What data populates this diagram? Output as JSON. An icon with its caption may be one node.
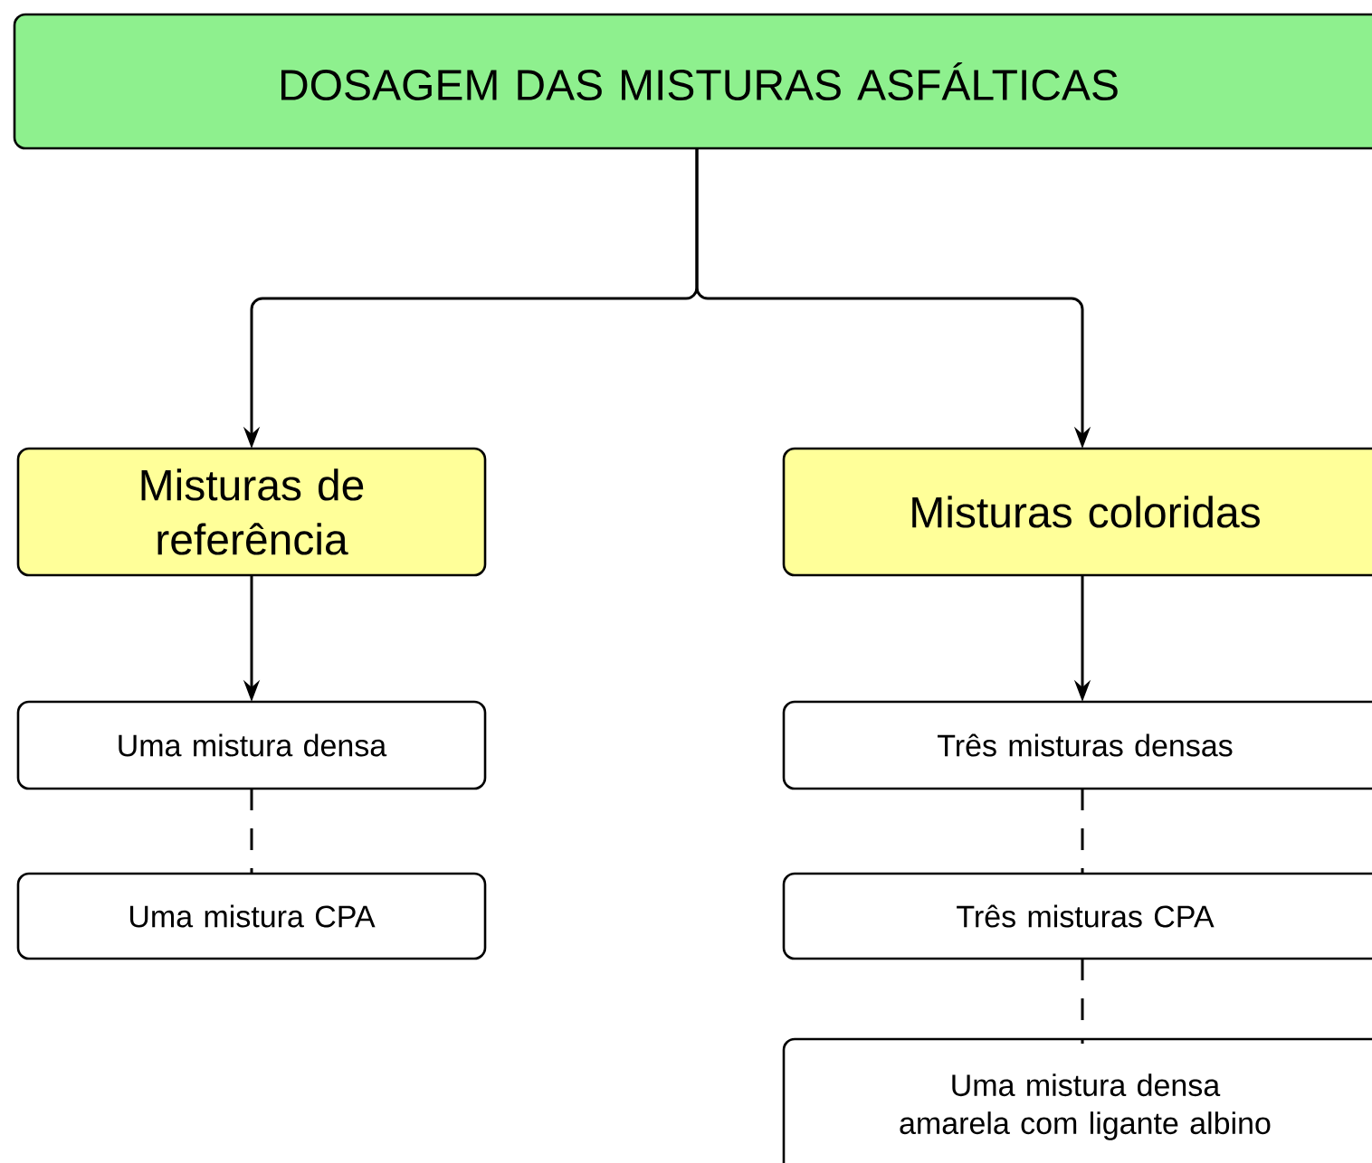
{
  "diagram": {
    "nodes": [
      {
        "text": [
          "DOSAGEM DAS MISTURAS ASFÁLTICAS"
        ]
      },
      {
        "text": [
          "Misturas de referência"
        ]
      },
      {
        "text": [
          "Misturas coloridas"
        ]
      },
      {
        "text": [
          "Uma mistura densa"
        ]
      },
      {
        "text": [
          "Uma mistura CPA"
        ]
      },
      {
        "text": [
          "Três misturas densas"
        ]
      },
      {
        "text": [
          "Três misturas CPA"
        ]
      },
      {
        "text": [
          "Uma mistura densa amarela com ligante albino"
        ]
      }
    ],
    "edges": [
      {
        "from": 0,
        "to": 1,
        "arrow": "to"
      },
      {
        "from": 0,
        "to": 2,
        "arrow": "to"
      },
      {
        "from": 1,
        "to": 3,
        "arrow": "to"
      },
      {
        "from": 2,
        "to": 5,
        "arrow": "to"
      },
      {
        "from": 3,
        "to": 4,
        "arrow": "none",
        "style": "dashed"
      },
      {
        "from": 5,
        "to": 6,
        "arrow": "none",
        "style": "dashed"
      },
      {
        "from": 6,
        "to": 7,
        "arrow": "none",
        "style": "dashed"
      }
    ]
  }
}
